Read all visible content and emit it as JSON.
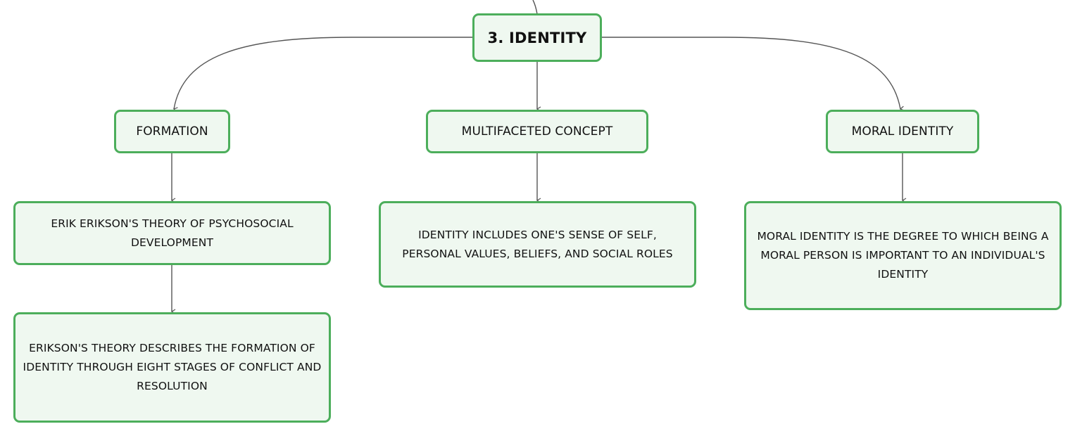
{
  "colors": {
    "node_border": "#4cae5b",
    "node_fill": "#eff8f0",
    "connector": "#555555",
    "text": "#111111"
  },
  "mindmap": {
    "root": {
      "label": "3. IDENTITY"
    },
    "branches": [
      {
        "label": "FORMATION",
        "children": [
          {
            "label": "ERIK ERIKSON'S THEORY OF PSYCHOSOCIAL DEVELOPMENT"
          },
          {
            "label": "ERIKSON'S THEORY DESCRIBES THE FORMATION OF IDENTITY THROUGH EIGHT STAGES OF CONFLICT AND RESOLUTION"
          }
        ]
      },
      {
        "label": "MULTIFACETED CONCEPT",
        "children": [
          {
            "label": "IDENTITY INCLUDES ONE'S SENSE OF SELF, PERSONAL VALUES, BELIEFS, AND SOCIAL ROLES"
          }
        ]
      },
      {
        "label": "MORAL IDENTITY",
        "children": [
          {
            "label": "MORAL IDENTITY IS THE DEGREE TO WHICH BEING A MORAL PERSON IS IMPORTANT TO AN INDIVIDUAL'S IDENTITY"
          }
        ]
      }
    ]
  }
}
